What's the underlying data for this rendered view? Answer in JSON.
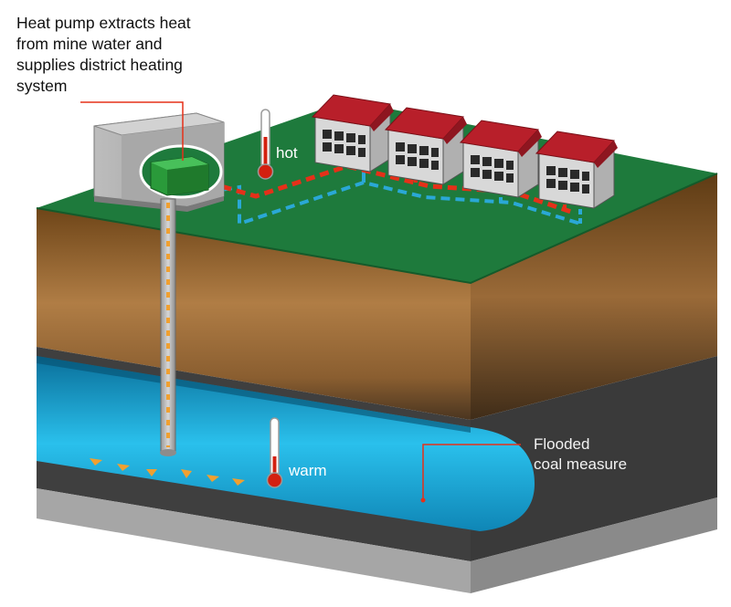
{
  "callout": {
    "lines": [
      "Heat pump extracts heat",
      "from mine water and",
      "supplies district heating",
      "system"
    ]
  },
  "labels": {
    "hot": "hot",
    "warm": "warm",
    "flooded_line1": "Flooded",
    "flooded_line2": "coal measure"
  },
  "colors": {
    "grass": "#1e7a3c",
    "soil": "#9a6a38",
    "rock_dark": "#3f3f3f",
    "water": "#1fb0df",
    "hot_pipe": "#e53019",
    "cold_pipe": "#2aa8d6",
    "heat_pump": "#2a9a3a",
    "roof": "#b81f2a",
    "house_wall": "#d8d8d8"
  }
}
